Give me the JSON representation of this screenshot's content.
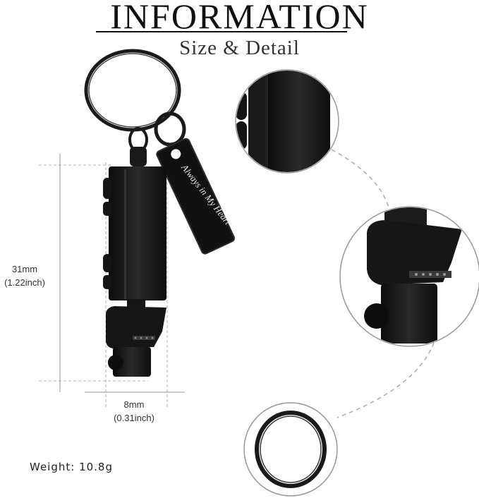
{
  "header": {
    "title": "INFORMATION",
    "subtitle": "Size & Detail"
  },
  "product": {
    "engraving": "Always in My Heart",
    "height_mm": "31mm",
    "height_inch": "(1.22inch)",
    "width_mm": "8mm",
    "width_inch": "(0.31inch)",
    "weight": "Weight: 10.8g"
  },
  "colors": {
    "metal": "#1a1a1a",
    "guide": "#aaaaaa",
    "circle_border": "#999999"
  },
  "icons": {
    "pendant": "truck-urn-pendant-icon",
    "keyring": "key-ring-icon",
    "tag": "engraved-tag-icon"
  }
}
